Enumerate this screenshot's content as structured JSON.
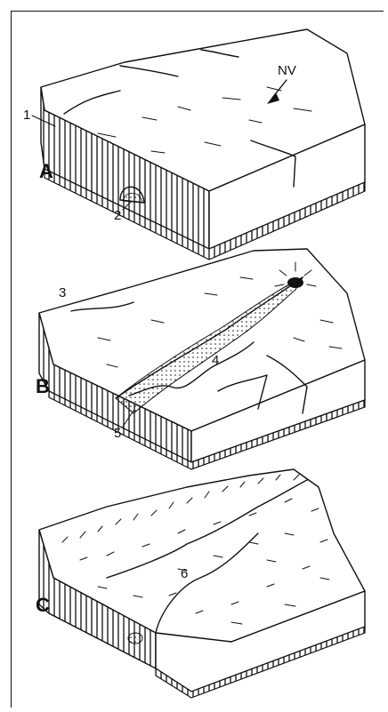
{
  "panels": {
    "a": {
      "letter": "A",
      "marker_1": "1",
      "marker_2": "2",
      "north": "NV"
    },
    "b": {
      "letter": "B",
      "marker_3": "3",
      "marker_4": "4",
      "marker_5": "5"
    },
    "c": {
      "letter": "C",
      "marker_6": "6"
    }
  }
}
